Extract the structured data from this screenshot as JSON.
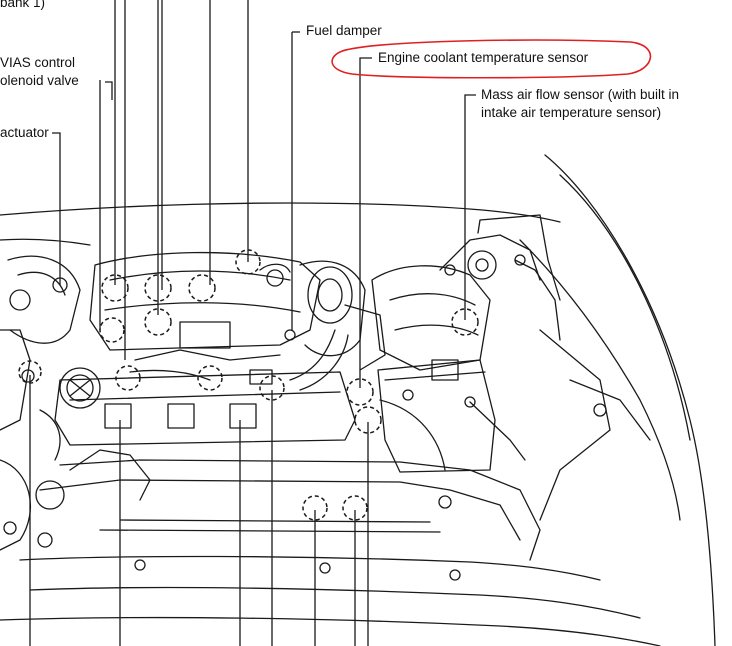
{
  "labels": {
    "bank": "bank 1)",
    "ivias_line1": "VIAS control",
    "ivias_line2": "olenoid valve",
    "actuator": "actuator",
    "fuel_damper": "Fuel damper",
    "ect_sensor": "Engine coolant temperature sensor",
    "maf_line1": "Mass air flow sensor (with built in",
    "maf_line2": "intake air temperature sensor)"
  },
  "colors": {
    "line": "#1a1a1a",
    "highlight": "#e02020",
    "background": "#ffffff"
  }
}
